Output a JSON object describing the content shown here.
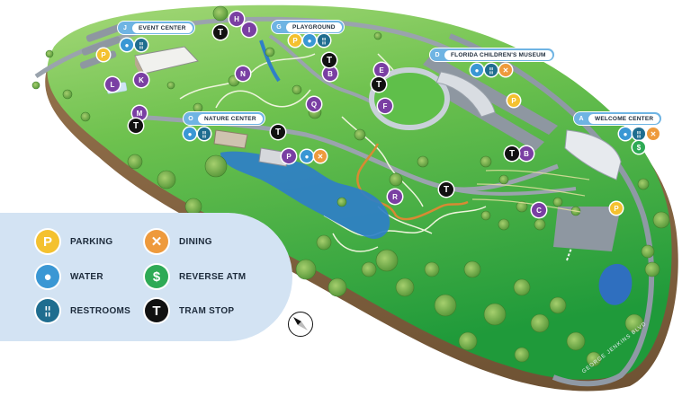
{
  "map": {
    "colors": {
      "grass_light": "#7fc95a",
      "grass_dark": "#2f9a3e",
      "soil": "#8b6a47",
      "water": "#2f7fc7",
      "road": "#9aa3ad",
      "path": "#eaf2d8",
      "trail": "#d88a33",
      "legend_bg": "#d3e3f3",
      "letter_pin": "#7a3fa3",
      "callout_accent": "#6fb4e3"
    },
    "road_label": "GEORGE JENKINS BLVD",
    "compass_icon": "compass-north-arrow"
  },
  "callouts": [
    {
      "code": "J",
      "name": "EVENT CENTER"
    },
    {
      "code": "G",
      "name": "PLAYGROUND"
    },
    {
      "code": "D",
      "name": "FLORIDA CHILDREN'S MUSEUM"
    },
    {
      "code": "O",
      "name": "NATURE CENTER"
    },
    {
      "code": "A",
      "name": "WELCOME CENTER"
    }
  ],
  "letter_pins": [
    "H",
    "I",
    "B",
    "E",
    "F",
    "N",
    "Q",
    "K",
    "L",
    "M",
    "P",
    "R",
    "B",
    "C"
  ],
  "tram_pin_label": "T",
  "amenity_glyphs": {
    "parking": "P",
    "water": "💧",
    "restroom": "🚻",
    "dining": "✕",
    "atm": "$"
  },
  "legend": {
    "items": [
      {
        "key": "parking",
        "label": "PARKING",
        "glyph": "P",
        "color": "#f4c12f"
      },
      {
        "key": "dining",
        "label": "DINING",
        "glyph": "✕",
        "color": "#ee9a3c"
      },
      {
        "key": "water",
        "label": "WATER",
        "glyph": "●",
        "color": "#3a97d4"
      },
      {
        "key": "atm",
        "label": "REVERSE ATM",
        "glyph": "$",
        "color": "#2eaa55"
      },
      {
        "key": "restroom",
        "label": "RESTROOMS",
        "glyph": "👫",
        "color": "#1f6d8f"
      },
      {
        "key": "tram",
        "label": "TRAM STOP",
        "glyph": "T",
        "color": "#111111"
      }
    ]
  }
}
